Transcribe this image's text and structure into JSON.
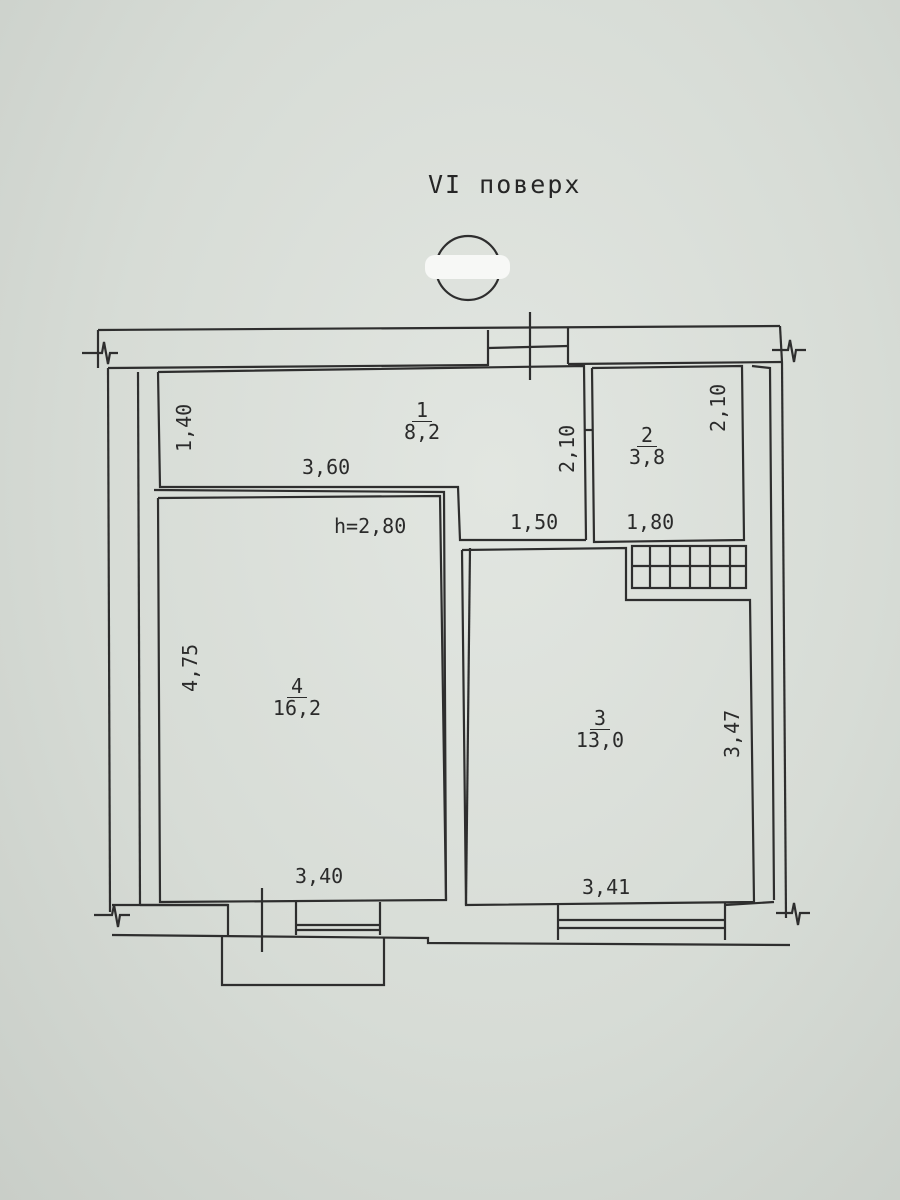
{
  "floor_title": "VI поверх",
  "ceiling_height": "h=2,80",
  "rooms": [
    {
      "number": "1",
      "area": "8,2"
    },
    {
      "number": "2",
      "area": "3,8"
    },
    {
      "number": "3",
      "area": "13,0"
    },
    {
      "number": "4",
      "area": "16,2"
    }
  ],
  "dimensions": {
    "room1_height": "1,40",
    "room1_width": "3,60",
    "room1_right_height": "2,10",
    "corridor_width": "1,50",
    "room2_height": "2,10",
    "room2_width": "1,80",
    "room4_height": "4,75",
    "room4_width": "3,40",
    "room3_height": "3,47",
    "room3_width": "3,41"
  },
  "colors": {
    "paper": "#d6dbd6",
    "ink": "#2b2b2b"
  }
}
